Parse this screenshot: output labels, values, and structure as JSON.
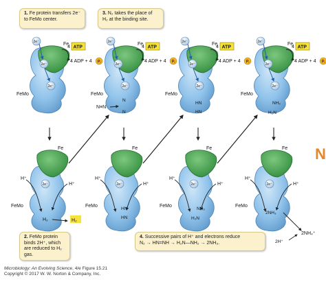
{
  "notes": {
    "step1": {
      "num": "1.",
      "text": "Fe protein transfers 2e⁻ to FeMo center."
    },
    "step2": {
      "num": "2.",
      "text": "FeMo protein binds 2H⁺, which are reduced to H₂ gas."
    },
    "step3": {
      "num": "3.",
      "text": "N₂ takes the place of H₂ at the binding site."
    },
    "step4": {
      "num": "4.",
      "title": "Successive pairs of H⁺ and electrons reduce",
      "equation": "N₂ → HN=NH → H₂N—NH₂ → 2NH₃."
    }
  },
  "labels": {
    "fe": "Fe",
    "femo": "FeMo",
    "atp": "ATP",
    "four": "4",
    "adp": "4 ADP + 4",
    "pi": "Pᵢ",
    "two_e": "2e⁻",
    "hplus": "H⁺",
    "h2": "H₂",
    "n2": "N≡N",
    "hn_nh_top": "HN",
    "hn_nh_bottom": "HN",
    "nh2": "NH₂",
    "h2n": "H₂N",
    "two_nh3": "2NH₃",
    "two_nh4": "2NH₄⁺",
    "two_hplus": "2H⁺",
    "bound_n_top": "N",
    "bound_n_bottom": "N"
  },
  "credit": {
    "book": "Microbiology: An Evolving Science",
    "edition": ", 4/e Figure 15.21",
    "copyright": "Copyright © 2017 W. W. Norton & Company, Inc."
  },
  "edge_letter": "N",
  "colors": {
    "fe_green": "#3f9a48",
    "femo_blue": "#8fc2ea",
    "femo_edge": "#4b82b4",
    "atp_yellow": "#f7e23a",
    "pi_orange": "#f4b323",
    "note_bg": "#fbf1cc",
    "accent_orange": "#e8862a"
  }
}
